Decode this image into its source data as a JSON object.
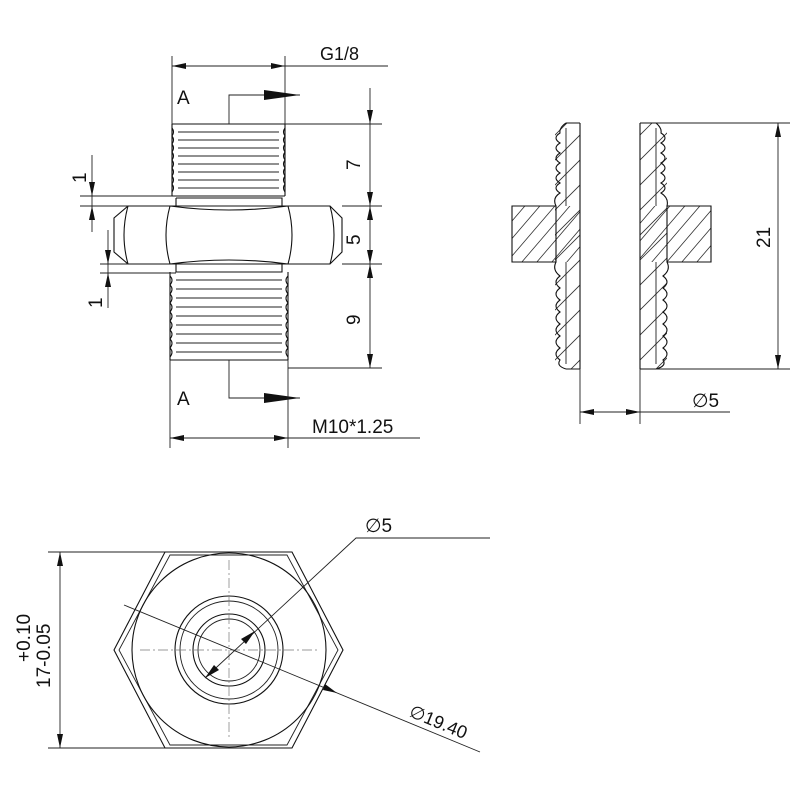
{
  "front_view": {
    "section_label_top": "A",
    "section_label_bottom": "A",
    "thread_top": "G1/8",
    "thread_bottom": "M10*1.25",
    "dim_top_thread_length": "7",
    "dim_hex_height": "5",
    "dim_bottom_thread_length": "9",
    "dim_upper_chamfer": "1",
    "dim_lower_chamfer": "1"
  },
  "section_view": {
    "dim_total_length": "21",
    "dim_bore_diameter": "∅5"
  },
  "end_view": {
    "dim_bore_diameter": "∅5",
    "dim_across_corners": "∅19.40",
    "dim_across_flats_tol_upper": "+0.10",
    "dim_across_flats_value": "17-0.05"
  }
}
